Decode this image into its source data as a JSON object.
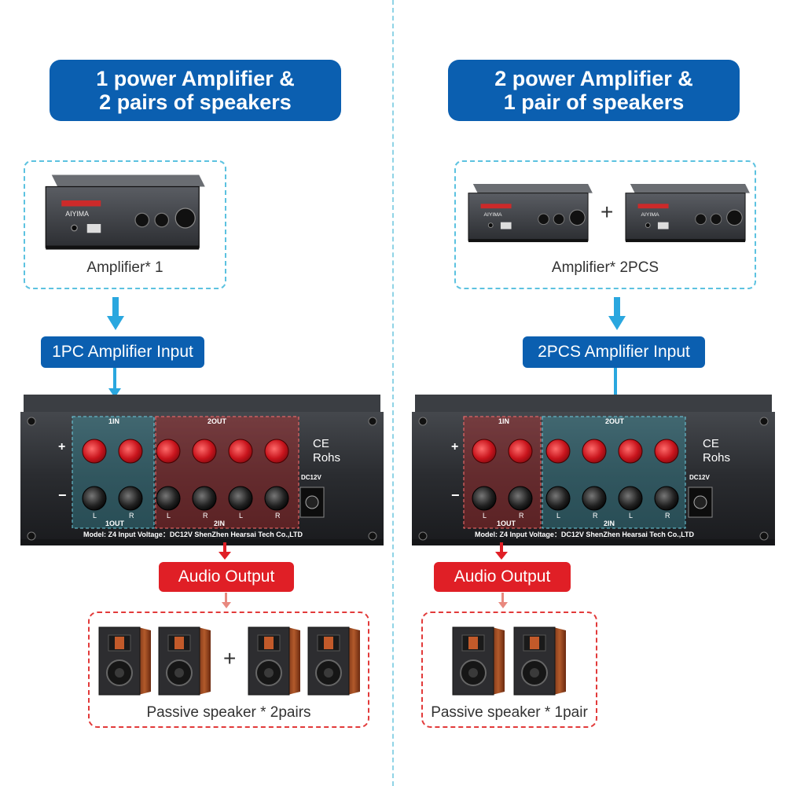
{
  "left": {
    "title_line1": "1 power Amplifier &",
    "title_line2": "2 pairs of speakers",
    "amplifier_caption": "Amplifier* 1",
    "input_label": "1PC Amplifier Input",
    "output_label": "Audio Output",
    "speaker_caption": "Passive speaker * 2pairs",
    "plus": "+"
  },
  "right": {
    "title_line1": "2 power Amplifier &",
    "title_line2": "1 pair of speakers",
    "amplifier_caption": "Amplifier* 2PCS",
    "input_label": "2PCS Amplifier Input",
    "output_label": "Audio Output",
    "speaker_caption": "Passive speaker * 1pair",
    "plus": "+"
  },
  "panel": {
    "in1": "1IN",
    "out2": "2OUT",
    "out1": "1OUT",
    "in2": "2IN",
    "plus_sign": "+",
    "minus_sign": "−",
    "ce": "CE",
    "rohs": "Rohs",
    "dc": "DC12V",
    "ch_l": "L",
    "ch_r": "R",
    "model_line": "Model:  Z4   Input Voltage：DC12V ShenZhen Hearsai Tech Co.,LTD"
  },
  "amplifier_brand": "AIYIMA",
  "colors": {
    "title_blue": "#0b5fb0",
    "dash_blue": "#5cc2e0",
    "arrow_blue": "#2aa7df",
    "red": "#e01f26",
    "panel_dark": "#2b2d31"
  }
}
